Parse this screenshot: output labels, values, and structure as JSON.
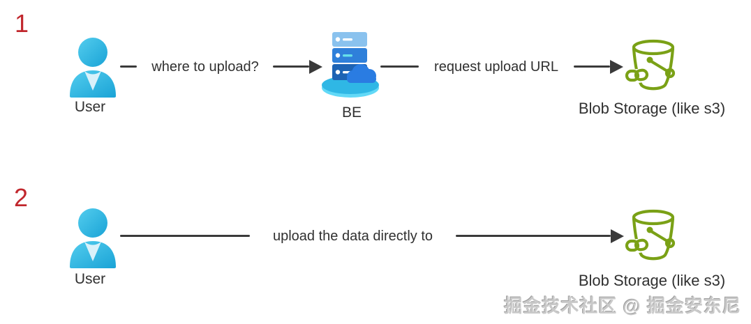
{
  "colors": {
    "step_number": "#c1272d",
    "connector": "#3a3a3a",
    "label_text": "#303030",
    "user_cyan": "#2fb9e4",
    "bucket_green": "#7aa116",
    "server_light": "#8ac2ee",
    "server_mid": "#2f80da",
    "server_dark": "#1d63b4",
    "platform_cyan": "#2fb7e5",
    "watermark_gray": "#c9c9c9"
  },
  "step1": {
    "number": "1",
    "user": {
      "label": "User"
    },
    "edge_user_to_be": {
      "label": "where to upload?"
    },
    "backend": {
      "label": "BE"
    },
    "edge_be_to_storage": {
      "label": "request upload URL"
    },
    "storage": {
      "label": "Blob Storage (like s3)"
    }
  },
  "step2": {
    "number": "2",
    "user": {
      "label": "User"
    },
    "edge_user_to_storage": {
      "label": "upload the data directly to"
    },
    "storage": {
      "label": "Blob Storage (like s3)"
    }
  },
  "watermark": {
    "text": "掘金技术社区 @ 掘金安东尼"
  }
}
